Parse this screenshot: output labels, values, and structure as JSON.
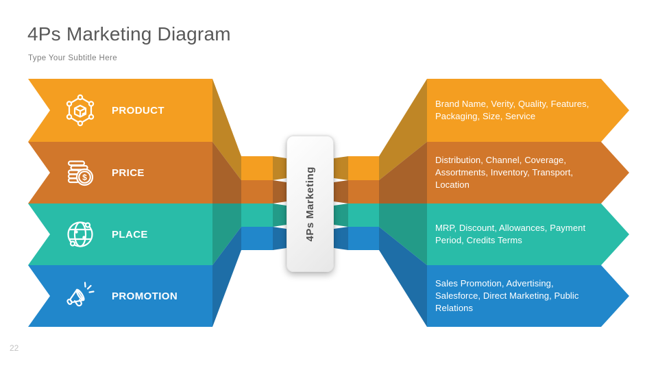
{
  "slide": {
    "title": "4Ps Marketing Diagram",
    "subtitle": "Type Your Subtitle Here",
    "page_number": "22",
    "center_label": "4Ps Marketing"
  },
  "colors": {
    "product": "#F49E21",
    "product_dark": "#BF8626",
    "price": "#D1772B",
    "price_dark": "#A8622A",
    "place": "#29BCA8",
    "place_dark": "#239B88",
    "promotion": "#2187CB",
    "promotion_dark": "#1E6EA7",
    "title_text": "#595959",
    "body_text": "#FFFFFF"
  },
  "rows": [
    {
      "label": "PRODUCT",
      "icon": "product-box-network-icon",
      "description": "Brand Name, Verity, Quality, Features, Packaging, Size, Service"
    },
    {
      "label": "PRICE",
      "icon": "coins-dollar-icon",
      "description": "Distribution, Channel, Coverage, Assortments, Inventory, Transport, Location"
    },
    {
      "label": "PLACE",
      "icon": "globe-network-icon",
      "description": "MRP, Discount, Allowances, Payment Period, Credits Terms"
    },
    {
      "label": "PROMOTION",
      "icon": "megaphone-icon",
      "description": "Sales Promotion, Advertising, Salesforce, Direct Marketing, Public Relations"
    }
  ]
}
